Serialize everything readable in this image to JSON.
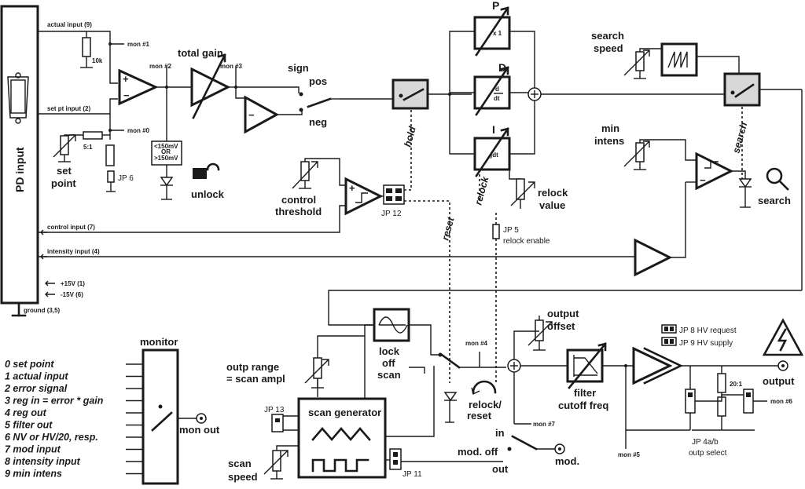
{
  "pd_input": "PD input",
  "inputs": {
    "actual": "actual input (9)",
    "set_pt": "set pt input (2)",
    "control": "control input (7)",
    "intensity": "intensity input (4)",
    "p15": "+15V (1)",
    "m15": "-15V (6)",
    "ground": "ground (3,5)"
  },
  "mon": {
    "m1": "mon #1",
    "m2": "mon #2",
    "m3": "mon #3",
    "m0": "mon #0",
    "m4": "mon #4",
    "m5": "mon #5",
    "m6": "mon #6",
    "m7": "mon #7"
  },
  "resistor_10k": "10k",
  "ratio_5_1": "5:1",
  "set_point": [
    "set",
    "point"
  ],
  "jp6": "JP 6",
  "window": [
    "<150mV",
    "OR",
    ">150mV"
  ],
  "unlock": "unlock",
  "total_gain": "total gain",
  "sign": "sign",
  "pos": "pos",
  "neg": "neg",
  "control_threshold": [
    "control",
    "threshold"
  ],
  "jp12": "JP 12",
  "hold": "hold",
  "reset": "reset",
  "relock": "relock",
  "pid": {
    "p": "P",
    "p_gain": "x 1",
    "d": "D",
    "d_num": "d",
    "d_den": "dt",
    "i": "I",
    "i_int": "∫dt"
  },
  "relock_value": [
    "relock",
    "value"
  ],
  "jp5": "JP 5",
  "relock_enable": "relock enable",
  "search_speed": [
    "search",
    "speed"
  ],
  "search_label": "search",
  "min_intens": [
    "min",
    "intens"
  ],
  "search": "search",
  "monitor": "monitor",
  "mon_list": [
    "0 set point",
    "1 actual input",
    "2 error signal",
    "3 reg in = error * gain",
    "4 reg out",
    "5 filter out",
    "6 NV or HV/20, resp.",
    "7 mod input",
    "8 intensity input",
    "9 min intens"
  ],
  "mon_out": "mon out",
  "outp_range": [
    "outp range",
    "= scan ampl"
  ],
  "lock_off_scan": [
    "lock",
    "off",
    "scan"
  ],
  "jp13": "JP 13",
  "scan_generator": "scan generator",
  "scan_speed": [
    "scan",
    "speed"
  ],
  "jp11": "JP 11",
  "relock_reset": [
    "relock/",
    "reset"
  ],
  "output_offset": [
    "output",
    "offset"
  ],
  "in": "in",
  "mod_off": "mod. off",
  "out": "out",
  "mod": "mod.",
  "filter": [
    "filter",
    "cutoff freq"
  ],
  "jp8": "JP 8 HV request",
  "jp9": "JP 9 HV supply",
  "ratio_20_1": "20:1",
  "output": "output",
  "jp4": [
    "JP 4a/b",
    "outp select"
  ]
}
